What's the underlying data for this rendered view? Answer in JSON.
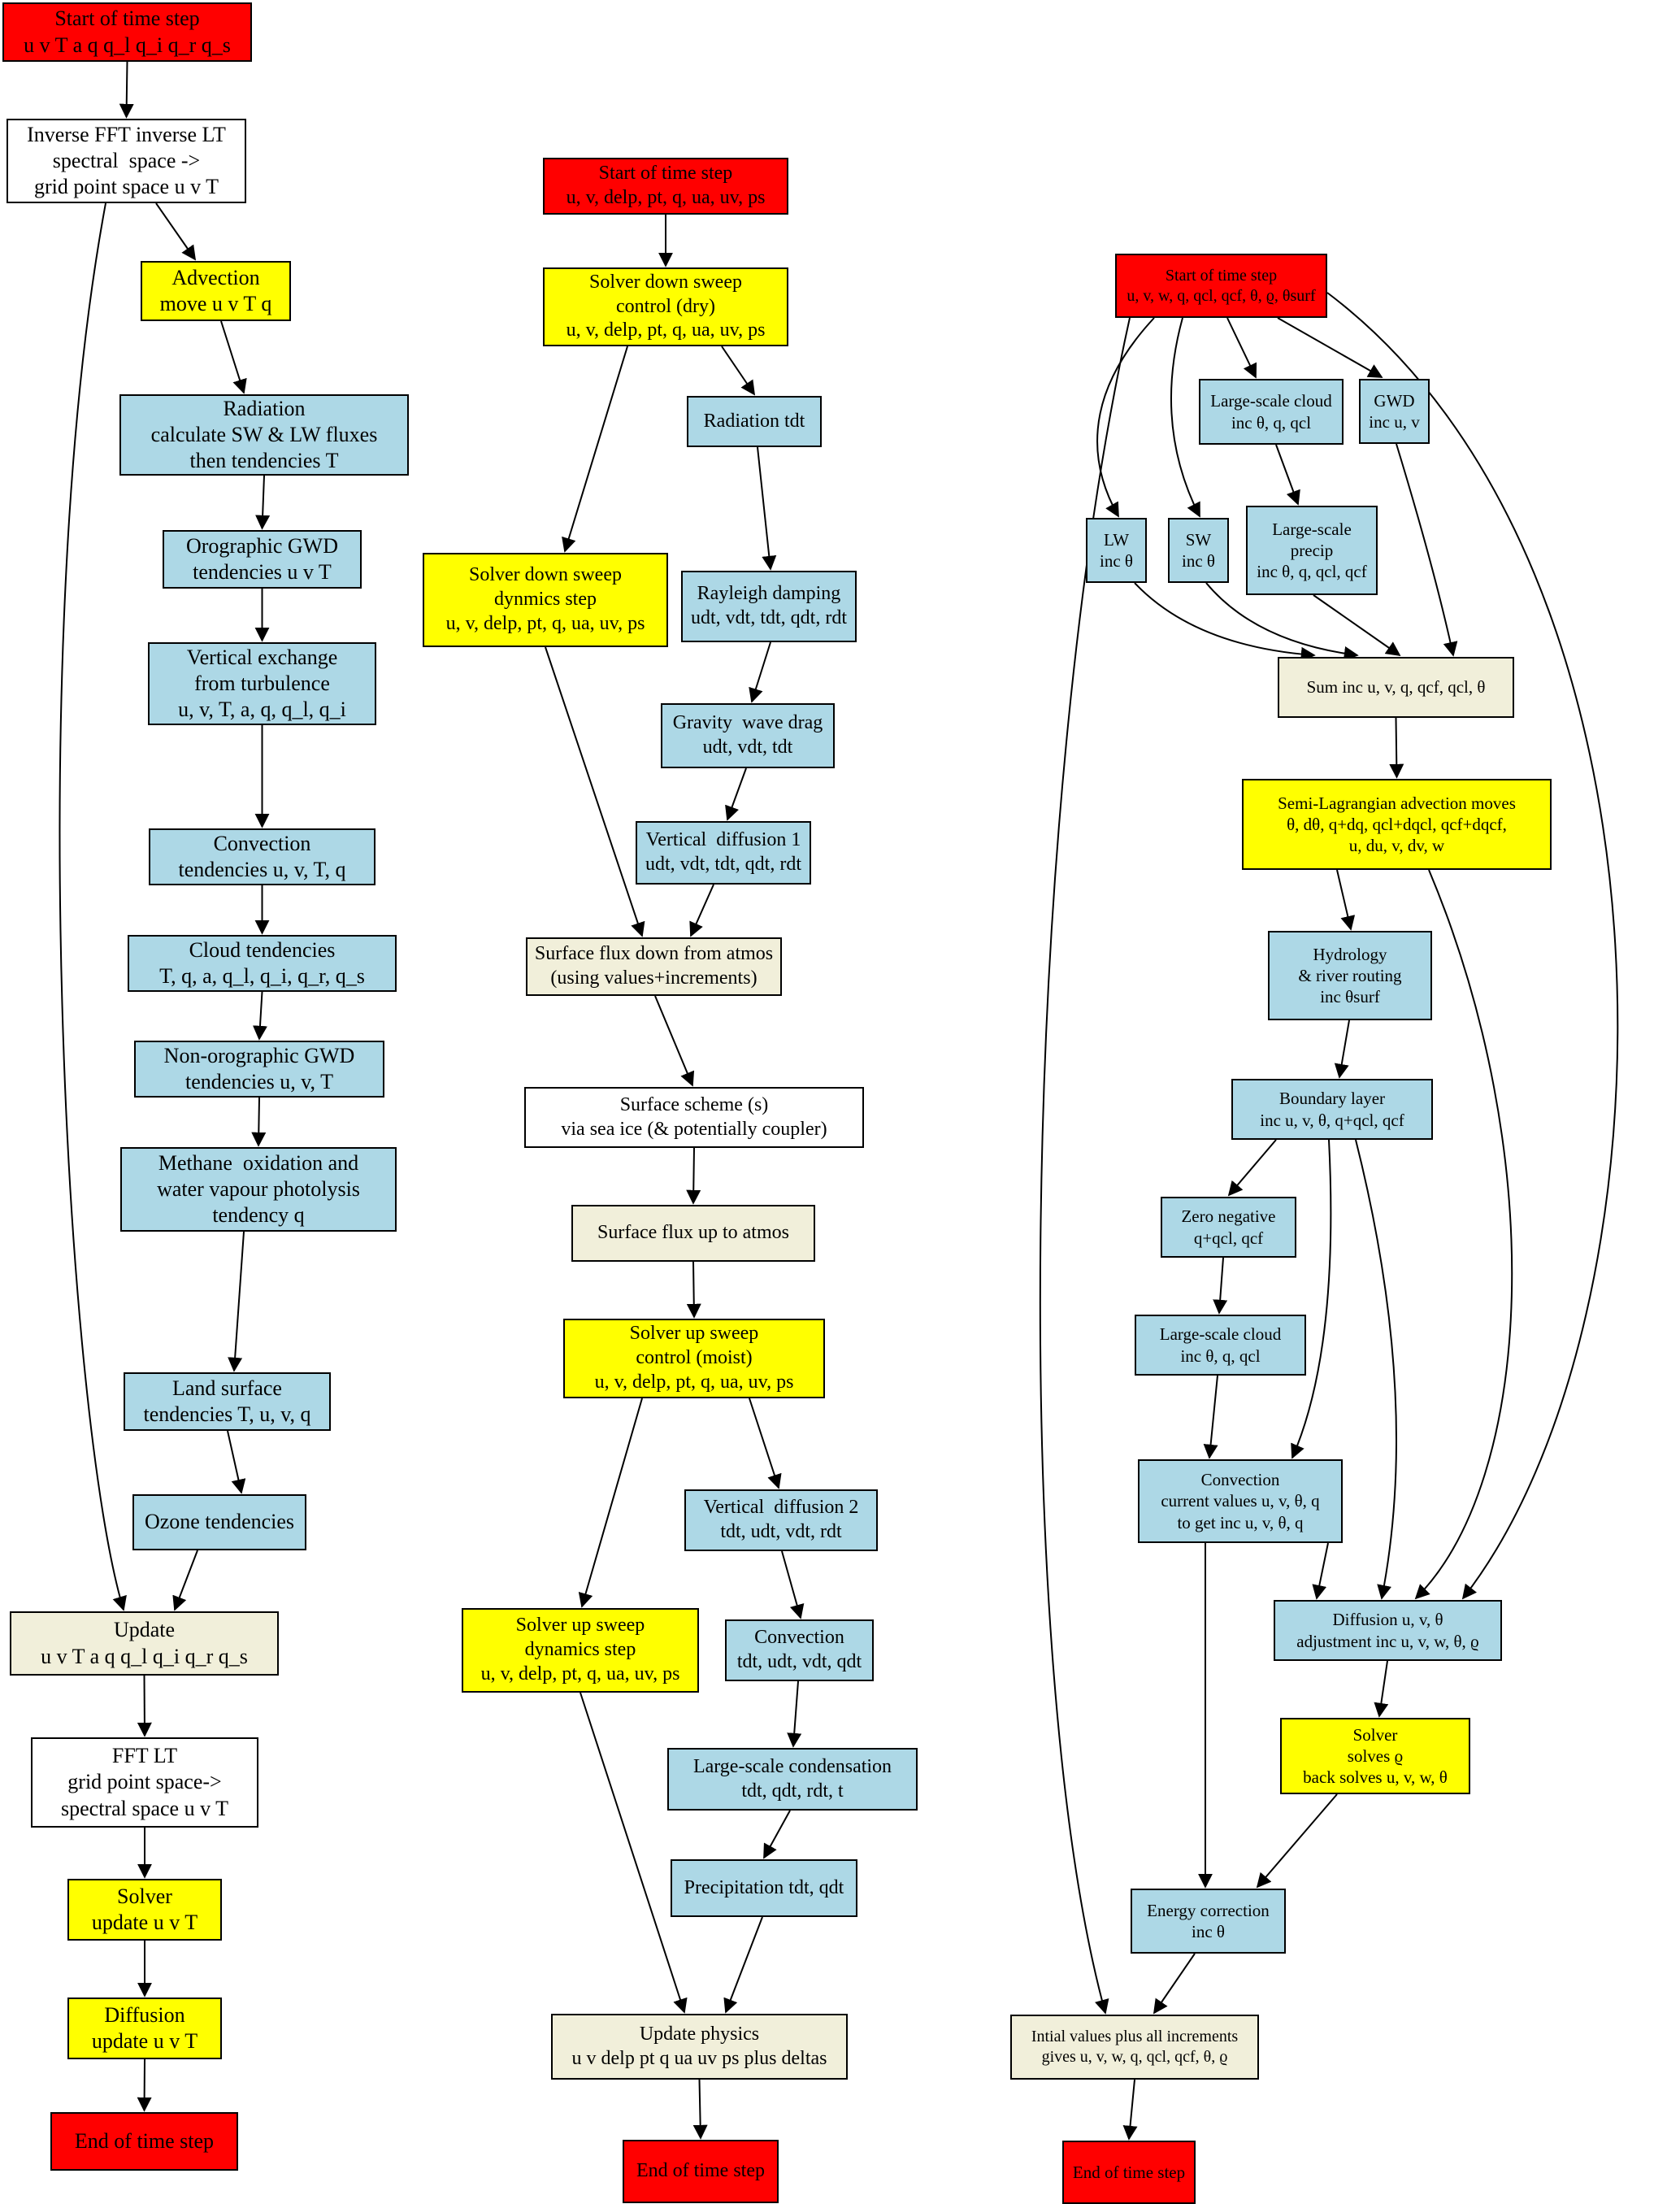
{
  "diagram": {
    "palette": {
      "start_end": "#ff0000",
      "solver": "#ffff00",
      "physics": "#add8e6",
      "update": "#f1efda",
      "transform": "#ffffff",
      "border": "#000000",
      "arrow": "#000000"
    },
    "nodes": [
      {
        "id": "l_start",
        "type": "start_end",
        "lines": [
          "Start of time step",
          "u v T a q q_l q_i q_r q_s"
        ]
      },
      {
        "id": "l_ifft",
        "type": "transform",
        "lines": [
          "Inverse FFT inverse LT",
          "spectral  space ->",
          "grid point space u v T"
        ]
      },
      {
        "id": "l_adv",
        "type": "solver",
        "lines": [
          "Advection",
          "move u v T q"
        ]
      },
      {
        "id": "l_rad",
        "type": "physics",
        "lines": [
          "Radiation",
          "calculate SW & LW fluxes",
          "then tendencies T"
        ]
      },
      {
        "id": "l_oro",
        "type": "physics",
        "lines": [
          "Orographic GWD",
          "tendencies u v T"
        ]
      },
      {
        "id": "l_vert",
        "type": "physics",
        "lines": [
          "Vertical exchange",
          "from turbulence",
          "u, v, T, a, q, q_l, q_i"
        ]
      },
      {
        "id": "l_conv",
        "type": "physics",
        "lines": [
          "Convection",
          "tendencies u, v, T, q"
        ]
      },
      {
        "id": "l_cloud",
        "type": "physics",
        "lines": [
          "Cloud tendencies",
          "T, q, a, q_l, q_i, q_r, q_s"
        ]
      },
      {
        "id": "l_nonoro",
        "type": "physics",
        "lines": [
          "Non-orographic GWD",
          "tendencies u, v, T"
        ]
      },
      {
        "id": "l_meth",
        "type": "physics",
        "lines": [
          "Methane  oxidation and",
          "water vapour photolysis",
          "tendency q"
        ]
      },
      {
        "id": "l_land",
        "type": "physics",
        "lines": [
          "Land surface",
          "tendencies T, u, v, q"
        ]
      },
      {
        "id": "l_ozone",
        "type": "physics",
        "lines": [
          "Ozone tendencies"
        ]
      },
      {
        "id": "l_update",
        "type": "update",
        "lines": [
          "Update",
          "u v T a q q_l q_i q_r q_s"
        ]
      },
      {
        "id": "l_fft",
        "type": "transform",
        "lines": [
          "FFT LT",
          "grid point space->",
          "spectral space u v T"
        ]
      },
      {
        "id": "l_solver",
        "type": "solver",
        "lines": [
          "Solver",
          "update u v T"
        ]
      },
      {
        "id": "l_diff",
        "type": "solver",
        "lines": [
          "Diffusion",
          "update u v T"
        ]
      },
      {
        "id": "l_end",
        "type": "start_end",
        "lines": [
          "End of time step"
        ]
      },
      {
        "id": "m_start",
        "type": "start_end",
        "lines": [
          "Start of time step",
          "u, v, delp, pt, q, ua, uv, ps"
        ]
      },
      {
        "id": "m_ctrl_dry",
        "type": "solver",
        "lines": [
          "Solver down sweep",
          "control (dry)",
          "u, v, delp, pt, q, ua, uv, ps"
        ]
      },
      {
        "id": "m_radtdt",
        "type": "physics",
        "lines": [
          "Radiation tdt"
        ]
      },
      {
        "id": "m_dyn_down",
        "type": "solver",
        "lines": [
          "Solver down sweep",
          "dynmics step",
          "u, v, delp, pt, q, ua, uv, ps"
        ]
      },
      {
        "id": "m_rayleigh",
        "type": "physics",
        "lines": [
          "Rayleigh damping",
          "udt, vdt, tdt, qdt, rdt"
        ]
      },
      {
        "id": "m_gwd",
        "type": "physics",
        "lines": [
          "Gravity  wave drag",
          "udt, vdt, tdt"
        ]
      },
      {
        "id": "m_vd1",
        "type": "physics",
        "lines": [
          "Vertical  diffusion 1",
          "udt, vdt, tdt, qdt, rdt"
        ]
      },
      {
        "id": "m_sfdown",
        "type": "update",
        "lines": [
          "Surface flux down from atmos",
          "(using values+increments)"
        ]
      },
      {
        "id": "m_scheme",
        "type": "transform",
        "lines": [
          "Surface scheme (s)",
          "via sea ice (& potentially coupler)"
        ]
      },
      {
        "id": "m_sfup",
        "type": "update",
        "lines": [
          "Surface flux up to atmos"
        ]
      },
      {
        "id": "m_ctrl_moist",
        "type": "solver",
        "lines": [
          "Solver up sweep",
          "control (moist)",
          "u, v, delp, pt, q, ua, uv, ps"
        ]
      },
      {
        "id": "m_vd2",
        "type": "physics",
        "lines": [
          "Vertical  diffusion 2",
          "tdt, udt, vdt, rdt"
        ]
      },
      {
        "id": "m_dyn_up",
        "type": "solver",
        "lines": [
          "Solver up sweep",
          "dynamics step",
          "u, v, delp, pt, q, ua, uv, ps"
        ]
      },
      {
        "id": "m_conv",
        "type": "physics",
        "lines": [
          "Convection",
          "tdt, udt, vdt, qdt"
        ]
      },
      {
        "id": "m_lsc",
        "type": "physics",
        "lines": [
          "Large-scale condensation",
          "tdt, qdt, rdt, t"
        ]
      },
      {
        "id": "m_precip",
        "type": "physics",
        "lines": [
          "Precipitation tdt, qdt"
        ]
      },
      {
        "id": "m_upd_phys",
        "type": "update",
        "lines": [
          "Update physics",
          "u v delp pt q ua uv ps plus deltas"
        ]
      },
      {
        "id": "m_end",
        "type": "start_end",
        "lines": [
          "End of time step"
        ]
      },
      {
        "id": "r_start",
        "type": "start_end",
        "lines": [
          "Start of time step",
          "u, v, w, q, qcl, qcf, θ, ϱ, θsurf"
        ]
      },
      {
        "id": "r_ls_cloud",
        "type": "physics",
        "lines": [
          "Large-scale cloud",
          "inc θ, q, qcl"
        ]
      },
      {
        "id": "r_gwd",
        "type": "physics",
        "lines": [
          "GWD",
          "inc u, v"
        ]
      },
      {
        "id": "r_lw",
        "type": "physics",
        "lines": [
          "LW",
          "inc θ"
        ]
      },
      {
        "id": "r_sw",
        "type": "physics",
        "lines": [
          "SW",
          "inc θ"
        ]
      },
      {
        "id": "r_precip",
        "type": "physics",
        "lines": [
          "Large-scale",
          "precip",
          "inc θ, q, qcl, qcf"
        ]
      },
      {
        "id": "r_sum",
        "type": "update",
        "lines": [
          "Sum inc u, v, q, qcf, qcl, θ"
        ]
      },
      {
        "id": "r_semi",
        "type": "solver",
        "lines": [
          "Semi-Lagrangian advection moves",
          "θ, dθ, q+dq, qcl+dqcl, qcf+dqcf,",
          "u, du, v, dv, w"
        ]
      },
      {
        "id": "r_hydro",
        "type": "physics",
        "lines": [
          "Hydrology",
          "& river routing",
          "inc θsurf"
        ]
      },
      {
        "id": "r_boundary",
        "type": "physics",
        "lines": [
          "Boundary layer",
          "inc u, v, θ, q+qcl, qcf"
        ]
      },
      {
        "id": "r_zero",
        "type": "physics",
        "lines": [
          "Zero negative",
          "q+qcl, qcf"
        ]
      },
      {
        "id": "r_ls_cloud2",
        "type": "physics",
        "lines": [
          "Large-scale cloud",
          "inc θ, q, qcl"
        ]
      },
      {
        "id": "r_conv",
        "type": "physics",
        "lines": [
          "Convection",
          "current values u, v, θ, q",
          "to get inc u, v, θ, q"
        ]
      },
      {
        "id": "r_diff",
        "type": "physics",
        "lines": [
          "Diffusion u, v, θ",
          "adjustment inc u, v, w, θ, ϱ"
        ]
      },
      {
        "id": "r_solver",
        "type": "solver",
        "lines": [
          "Solver",
          "solves ϱ",
          "back solves u, v, w, θ"
        ]
      },
      {
        "id": "r_energy",
        "type": "physics",
        "lines": [
          "Energy correction",
          "inc θ"
        ]
      },
      {
        "id": "r_intial",
        "type": "update",
        "lines": [
          "Intial values plus all increments",
          "gives u, v, w, q, qcl, qcf, θ, ϱ"
        ]
      },
      {
        "id": "r_end",
        "type": "start_end",
        "lines": [
          "End of time step"
        ]
      }
    ],
    "edges": [
      {
        "from": "l_start",
        "to": "l_ifft"
      },
      {
        "from": "l_ifft",
        "to": "l_adv"
      },
      {
        "from": "l_ifft",
        "to": "l_update"
      },
      {
        "from": "l_adv",
        "to": "l_rad"
      },
      {
        "from": "l_rad",
        "to": "l_oro"
      },
      {
        "from": "l_oro",
        "to": "l_vert"
      },
      {
        "from": "l_vert",
        "to": "l_conv"
      },
      {
        "from": "l_conv",
        "to": "l_cloud"
      },
      {
        "from": "l_cloud",
        "to": "l_nonoro"
      },
      {
        "from": "l_nonoro",
        "to": "l_meth"
      },
      {
        "from": "l_meth",
        "to": "l_land"
      },
      {
        "from": "l_land",
        "to": "l_ozone"
      },
      {
        "from": "l_ozone",
        "to": "l_update"
      },
      {
        "from": "l_update",
        "to": "l_fft"
      },
      {
        "from": "l_fft",
        "to": "l_solver"
      },
      {
        "from": "l_solver",
        "to": "l_diff"
      },
      {
        "from": "l_diff",
        "to": "l_end"
      },
      {
        "from": "m_start",
        "to": "m_ctrl_dry"
      },
      {
        "from": "m_ctrl_dry",
        "to": "m_dyn_down"
      },
      {
        "from": "m_ctrl_dry",
        "to": "m_radtdt"
      },
      {
        "from": "m_radtdt",
        "to": "m_rayleigh"
      },
      {
        "from": "m_rayleigh",
        "to": "m_gwd"
      },
      {
        "from": "m_gwd",
        "to": "m_vd1"
      },
      {
        "from": "m_vd1",
        "to": "m_sfdown"
      },
      {
        "from": "m_dyn_down",
        "to": "m_sfdown"
      },
      {
        "from": "m_sfdown",
        "to": "m_scheme"
      },
      {
        "from": "m_scheme",
        "to": "m_sfup"
      },
      {
        "from": "m_sfup",
        "to": "m_ctrl_moist"
      },
      {
        "from": "m_ctrl_moist",
        "to": "m_dyn_up"
      },
      {
        "from": "m_ctrl_moist",
        "to": "m_vd2"
      },
      {
        "from": "m_vd2",
        "to": "m_conv"
      },
      {
        "from": "m_conv",
        "to": "m_lsc"
      },
      {
        "from": "m_lsc",
        "to": "m_precip"
      },
      {
        "from": "m_precip",
        "to": "m_upd_phys"
      },
      {
        "from": "m_dyn_up",
        "to": "m_upd_phys"
      },
      {
        "from": "m_upd_phys",
        "to": "m_end"
      },
      {
        "from": "r_start",
        "to": "r_ls_cloud"
      },
      {
        "from": "r_start",
        "to": "r_gwd"
      },
      {
        "from": "r_start",
        "to": "r_lw"
      },
      {
        "from": "r_start",
        "to": "r_sw"
      },
      {
        "from": "r_start",
        "to": "r_intial"
      },
      {
        "from": "r_start",
        "to": "r_diff"
      },
      {
        "from": "r_ls_cloud",
        "to": "r_precip"
      },
      {
        "from": "r_lw",
        "to": "r_sum"
      },
      {
        "from": "r_sw",
        "to": "r_sum"
      },
      {
        "from": "r_precip",
        "to": "r_sum"
      },
      {
        "from": "r_gwd",
        "to": "r_sum"
      },
      {
        "from": "r_sum",
        "to": "r_semi"
      },
      {
        "from": "r_semi",
        "to": "r_hydro"
      },
      {
        "from": "r_semi",
        "to": "r_diff"
      },
      {
        "from": "r_hydro",
        "to": "r_boundary"
      },
      {
        "from": "r_boundary",
        "to": "r_zero"
      },
      {
        "from": "r_boundary",
        "to": "r_conv"
      },
      {
        "from": "r_boundary",
        "to": "r_diff"
      },
      {
        "from": "r_zero",
        "to": "r_ls_cloud2"
      },
      {
        "from": "r_ls_cloud2",
        "to": "r_conv"
      },
      {
        "from": "r_conv",
        "to": "r_diff"
      },
      {
        "from": "r_conv",
        "to": "r_energy"
      },
      {
        "from": "r_diff",
        "to": "r_solver"
      },
      {
        "from": "r_solver",
        "to": "r_energy"
      },
      {
        "from": "r_energy",
        "to": "r_intial"
      },
      {
        "from": "r_intial",
        "to": "r_end"
      }
    ]
  }
}
